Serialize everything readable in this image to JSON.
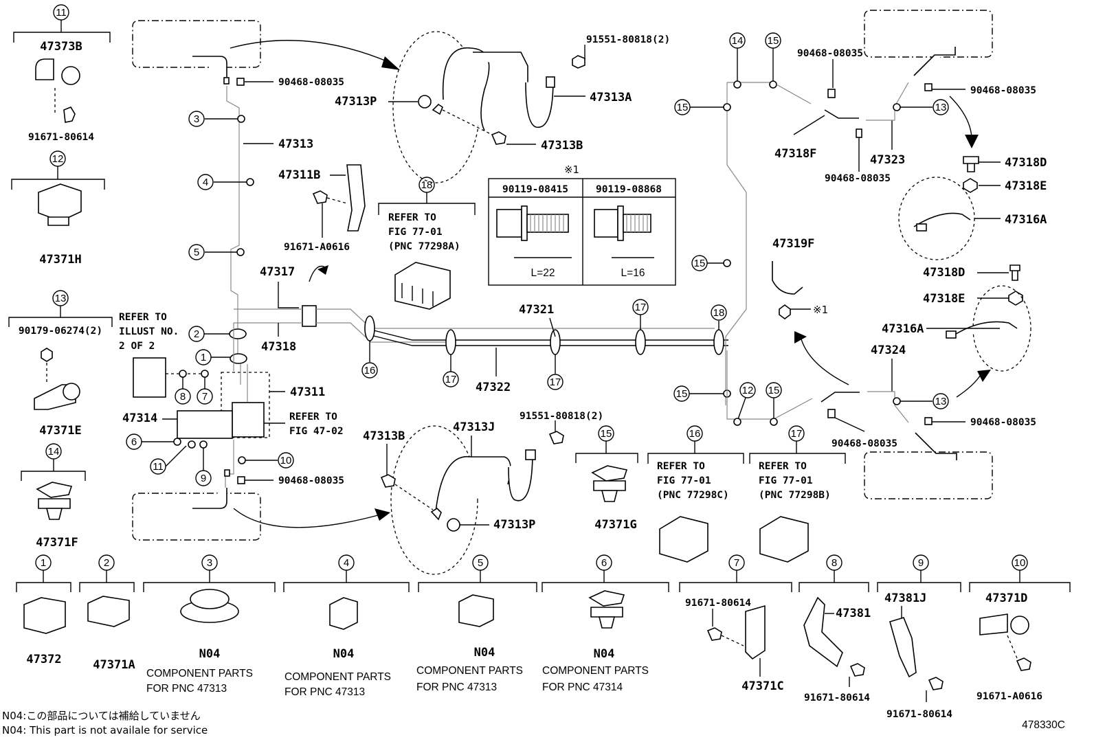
{
  "callout_numbers": {
    "c1": "1",
    "c2": "2",
    "c3": "3",
    "c4": "4",
    "c5": "5",
    "c6": "6",
    "c7": "7",
    "c8": "8",
    "c9": "9",
    "c10": "10",
    "c11": "11",
    "c12": "12",
    "c13": "13",
    "c14": "14",
    "c15": "15",
    "c16": "16",
    "c17": "17",
    "c18": "18"
  },
  "parts": {
    "p47373B": "47373B",
    "p91671_80614": "91671-80614",
    "p47371H": "47371H",
    "p90179": "90179-06274(2)",
    "p47371E": "47371E",
    "p47371F": "47371F",
    "p90468": "90468-08035",
    "p47313": "47313",
    "p91551": "91551-80818(2)",
    "p47313P": "47313P",
    "p47313A": "47313A",
    "p47313B": "47313B",
    "p47311B": "47311B",
    "p91671_A0616": "91671-A0616",
    "p47317": "47317",
    "p47318": "47318",
    "p47311": "47311",
    "p47314": "47314",
    "p47321": "47321",
    "p47322": "47322",
    "p47313J": "47313J",
    "p47371G": "47371G",
    "p47318F": "47318F",
    "p47323": "47323",
    "p47318D": "47318D",
    "p47318E": "47318E",
    "p47316A": "47316A",
    "p47319F": "47319F",
    "p47324": "47324",
    "p47372": "47372",
    "p47371A": "47371A",
    "pN04": "N04",
    "p47371C": "47371C",
    "p47381": "47381",
    "p47381J": "47381J",
    "p47371D": "47371D"
  },
  "refer": {
    "illust_l1": "REFER TO",
    "illust_l2": "ILLUST NO.",
    "illust_l3": "2 OF 2",
    "fig4702_l1": "REFER TO",
    "fig4702_l2": "FIG 47-02",
    "fig18_l1": "REFER TO",
    "fig18_l2": "FIG 77-01",
    "fig18_l3": "(PNC 77298A)",
    "fig16_l1": "REFER TO",
    "fig16_l2": "FIG 77-01",
    "fig16_l3": "(PNC 77298C)",
    "fig17_l1": "REFER TO",
    "fig17_l2": "FIG 77-01",
    "fig17_l3": "(PNC 77298B)"
  },
  "bolt_table": {
    "mark": "※1",
    "col1": "90119-08415",
    "col2": "90119-08868",
    "len1": "L=22",
    "len2": "L=16"
  },
  "component_labels": {
    "cp_l1": "COMPONENT PARTS",
    "for47313": "FOR PNC 47313",
    "for47314": "FOR PNC 47314"
  },
  "star_mark": "※1",
  "notes": {
    "jp": "N04:この部品については補給していません",
    "en": "N04: This part is not availale for service"
  },
  "figure_id": "478330C"
}
